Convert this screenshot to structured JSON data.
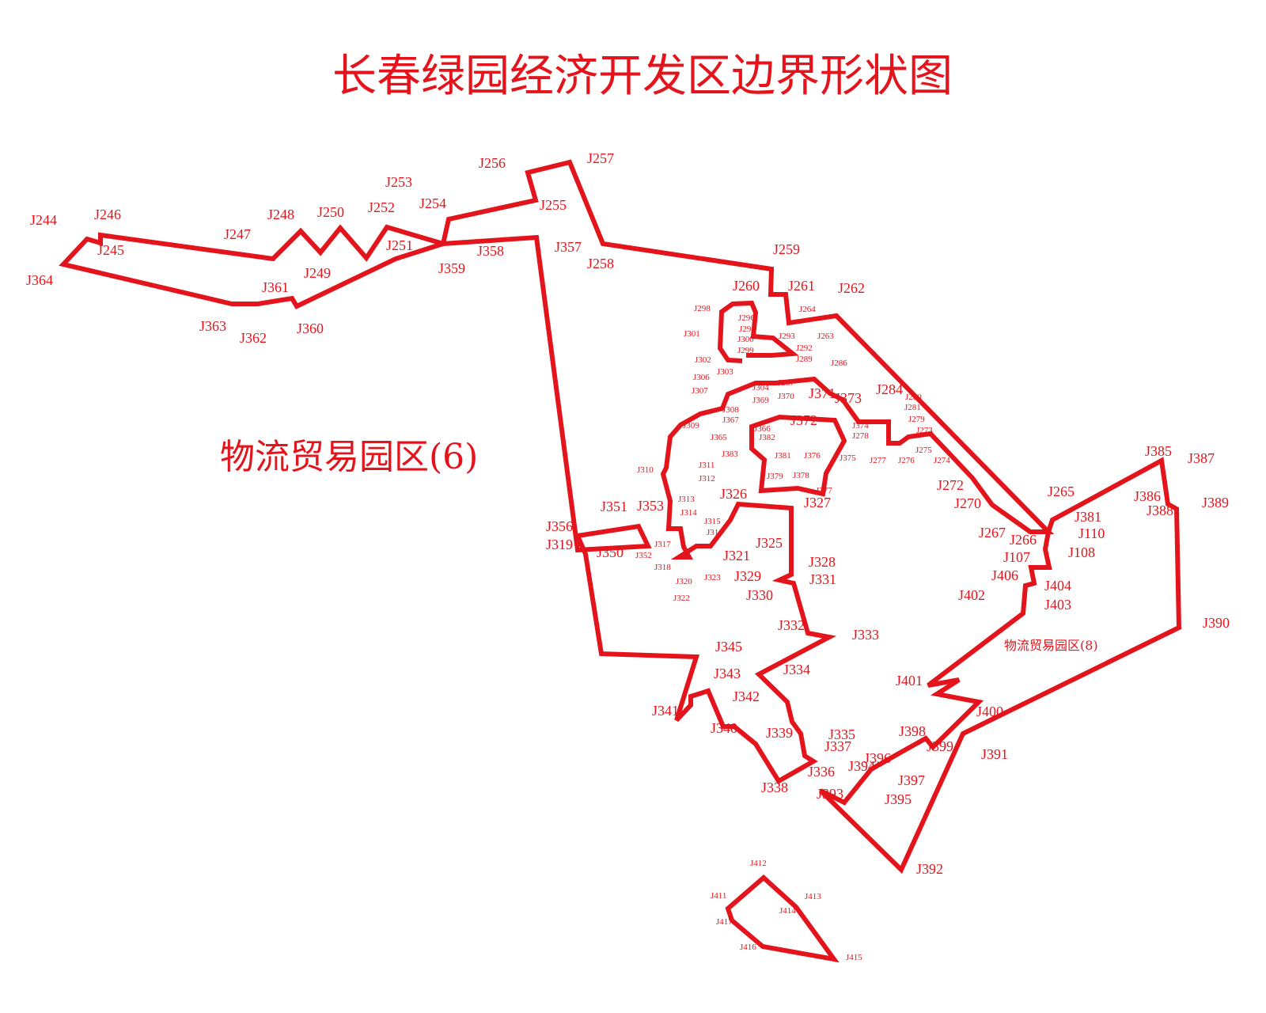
{
  "title": "长春绿园经济开发区边界形状图",
  "zones": [
    "物流贸易园区(6)",
    "物流贸易园区(8)"
  ],
  "accent_color": "#e3141b",
  "point_labels": [
    "J244",
    "J246",
    "J245",
    "J364",
    "J247",
    "J248",
    "J250",
    "J252",
    "J253",
    "J254",
    "J256",
    "J257",
    "J251",
    "J249",
    "J255",
    "J361",
    "J363",
    "J362",
    "J360",
    "J359",
    "J358",
    "J357",
    "J258",
    "J259",
    "J260",
    "J261",
    "J262",
    "J264",
    "J298",
    "J296",
    "J294",
    "J301",
    "J300",
    "J299",
    "J293",
    "J263",
    "J292",
    "J289",
    "J302",
    "J303",
    "J306",
    "J307",
    "J286",
    "J287",
    "J304",
    "J369",
    "J370",
    "J371",
    "J373",
    "J284",
    "J281",
    "J280",
    "J279",
    "J273",
    "J308",
    "J367",
    "J309",
    "J366",
    "J372",
    "J374",
    "J278",
    "J365",
    "J382",
    "J277",
    "J276",
    "J275",
    "J274",
    "J310",
    "J383",
    "J381",
    "J376",
    "J375",
    "J311",
    "J312",
    "J379",
    "J378",
    "J272",
    "J377",
    "J313",
    "J326",
    "J327",
    "J270",
    "J265",
    "J314",
    "J351",
    "J353",
    "J315",
    "J316",
    "J356",
    "J317",
    "J319",
    "J350",
    "J352",
    "J318",
    "J321",
    "J325",
    "J267",
    "J266",
    "J320",
    "J323",
    "J322",
    "J329",
    "J328",
    "J331",
    "J330",
    "J402",
    "J406",
    "J404",
    "J403",
    "J381",
    "J110",
    "J108",
    "J107",
    "J385",
    "J387",
    "J386",
    "J388",
    "J389",
    "J390",
    "J332",
    "J333",
    "J345",
    "J343",
    "J342",
    "J341",
    "J340",
    "J339",
    "J338",
    "J337",
    "J336",
    "J335",
    "J334",
    "J401",
    "J400",
    "J399",
    "J398",
    "J397",
    "J396",
    "J395",
    "J394",
    "J393",
    "J392",
    "J391",
    "J412",
    "J411",
    "J413",
    "J414",
    "J417",
    "J416",
    "J415"
  ]
}
